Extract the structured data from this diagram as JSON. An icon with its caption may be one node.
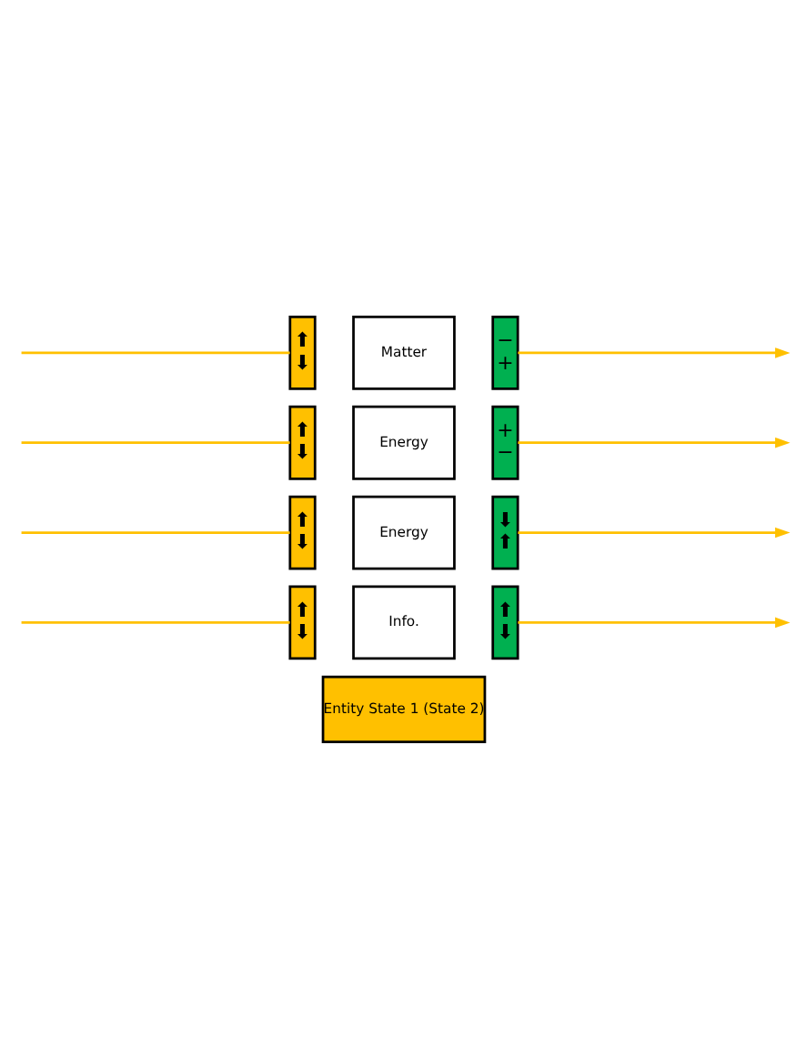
{
  "diagram": {
    "nodes": [
      {
        "text": [
          "Entity State 1 (State 2)"
        ]
      },
      {
        "text": [
          "⬆",
          "⬇"
        ]
      },
      {
        "text": [
          "Info."
        ]
      },
      {
        "text": [
          "⬆",
          "⬇"
        ]
      },
      {
        "text": [
          "⬆",
          "⬇"
        ]
      },
      {
        "text": [
          "Energy"
        ]
      },
      {
        "text": [
          "⬇",
          "⬆"
        ]
      },
      {
        "text": [
          "⬆",
          "⬇"
        ]
      },
      {
        "text": [
          "Energy"
        ]
      },
      {
        "text": [
          "+",
          "−"
        ]
      },
      {
        "text": [
          "⬆",
          "⬇"
        ]
      },
      {
        "text": [
          "Matter"
        ]
      },
      {
        "text": [
          "−",
          "+"
        ]
      }
    ],
    "edges": [
      {
        "from": null,
        "to": 1,
        "arrow": "none",
        "color": "#ffc000"
      },
      {
        "from": 3,
        "to": null,
        "arrow": "to",
        "color": "#ffc000"
      },
      {
        "from": null,
        "to": 4,
        "arrow": "none",
        "color": "#ffc000"
      },
      {
        "from": 6,
        "to": null,
        "arrow": "to",
        "color": "#ffc000"
      },
      {
        "from": null,
        "to": 7,
        "arrow": "none",
        "color": "#ffc000"
      },
      {
        "from": 9,
        "to": null,
        "arrow": "to",
        "color": "#ffc000"
      },
      {
        "from": null,
        "to": 10,
        "arrow": "none",
        "color": "#ffc000"
      },
      {
        "from": 12,
        "to": null,
        "arrow": "to",
        "color": "#ffc000"
      }
    ]
  }
}
